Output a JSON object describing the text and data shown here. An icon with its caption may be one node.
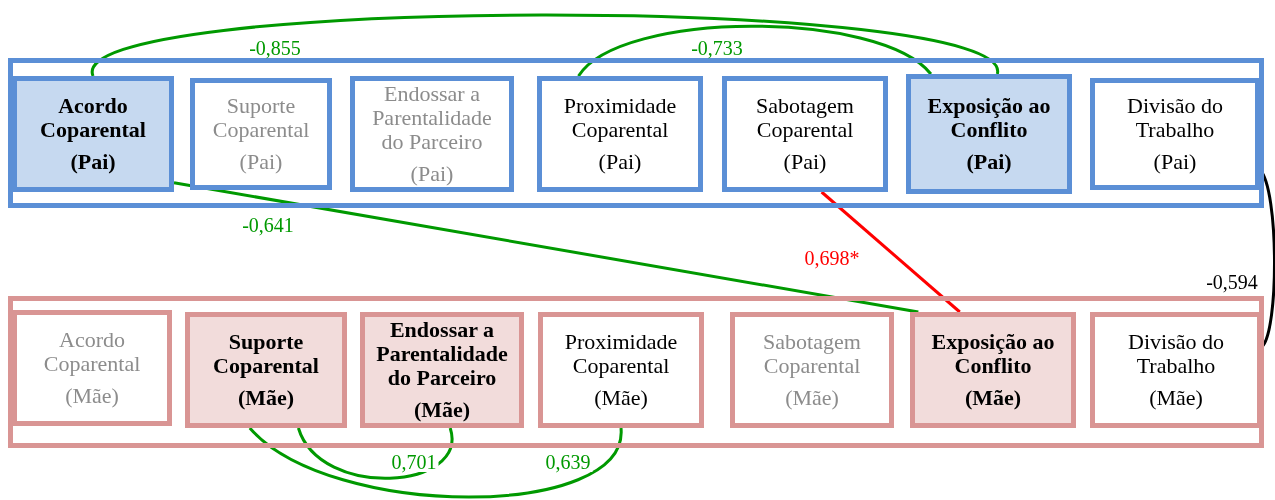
{
  "diagram": {
    "nodes": [
      {
        "text": [],
        "shape": "box"
      },
      {
        "text": [
          "Acordo Coparental",
          "(Pai)"
        ],
        "in": 0
      },
      {
        "text": [
          "Suporte Coparental",
          "(Pai)"
        ],
        "in": 0
      },
      {
        "text": [
          "Endossar a Parentalidade do Parceiro",
          "(Pai)"
        ],
        "in": 0
      },
      {
        "text": [
          "Proximidade Coparental",
          "(Pai)"
        ],
        "in": 0
      },
      {
        "text": [
          "Sabotagem Coparental",
          "(Pai)"
        ],
        "in": 0
      },
      {
        "text": [
          "Exposição ao Conflito",
          "(Pai)"
        ],
        "in": 0
      },
      {
        "text": [
          "Divisão do Trabalho",
          "(Pai)"
        ],
        "in": 0
      },
      {
        "text": [],
        "shape": "box"
      },
      {
        "text": [
          "Acordo Coparental",
          "(Mãe)"
        ],
        "in": 8
      },
      {
        "text": [
          "Suporte Coparental",
          "(Mãe)"
        ],
        "in": 8
      },
      {
        "text": [
          "Endossar a Parentalidade do Parceiro",
          "(Mãe)"
        ],
        "in": 8
      },
      {
        "text": [
          "Proximidade Coparental",
          "(Mãe)"
        ],
        "in": 8
      },
      {
        "text": [
          "Sabotagem Coparental",
          "(Mãe)"
        ],
        "in": 8
      },
      {
        "text": [
          "Exposição ao Conflito",
          "(Mãe)"
        ],
        "in": 8
      },
      {
        "text": [
          "Divisão do Trabalho",
          "(Mãe)"
        ],
        "in": 8
      }
    ],
    "edges": [
      {
        "from": 1,
        "to": 6,
        "arrow": "none",
        "label": "-0,855"
      },
      {
        "from": 4,
        "to": 6,
        "arrow": "none",
        "label": "-0,733"
      },
      {
        "from": 1,
        "to": 14,
        "arrow": "none",
        "label": "-0,641"
      },
      {
        "from": 5,
        "to": 14,
        "arrow": "none",
        "label": "0,698*",
        "color": "#ff0000"
      },
      {
        "from": 7,
        "to": 15,
        "arrow": "none",
        "label": "-0,594",
        "color": "#000000"
      },
      {
        "from": 10,
        "to": 11,
        "arrow": "none",
        "label": "0,701"
      },
      {
        "from": 10,
        "to": 12,
        "arrow": "none",
        "label": "0,639"
      }
    ]
  }
}
